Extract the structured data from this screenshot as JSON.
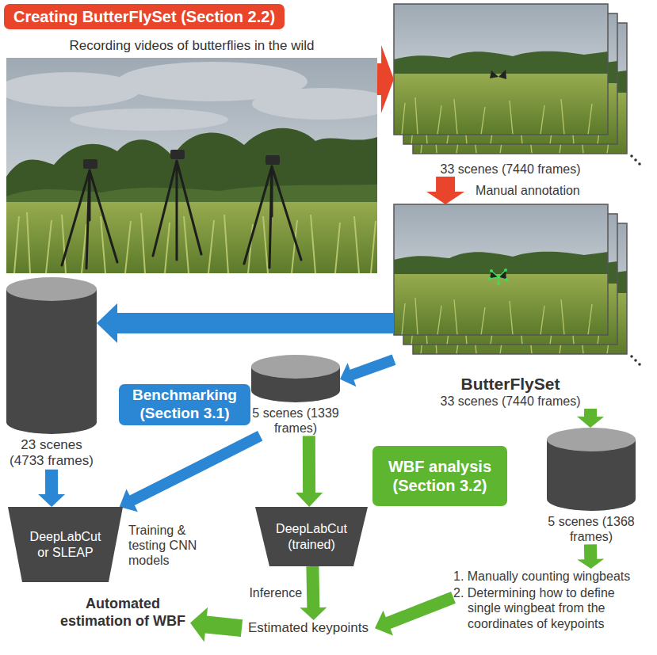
{
  "diagram": {
    "nodes": [
      {
        "text": [
          "Creating ButterFlySet (Section 2.2)"
        ]
      },
      {
        "text": [
          "Recording videos of butterflies in the wild"
        ]
      },
      {
        "text": [
          "33 scenes (7440 frames)"
        ]
      },
      {
        "text": [
          "ButterFlySet",
          "33 scenes (7440 frames)"
        ]
      },
      {
        "text": [
          "23 scenes (4733 frames)"
        ]
      },
      {
        "text": [
          "5 scenes (1339 frames)"
        ]
      },
      {
        "text": [
          "Benchmarking (Section 3.1)"
        ]
      },
      {
        "text": [
          "5 scenes (1368 frames)"
        ]
      },
      {
        "text": [
          "WBF analysis (Section 3.2)"
        ]
      },
      {
        "text": [
          "DeepLabCut or SLEAP"
        ]
      },
      {
        "text": [
          "DeepLabCut (trained)"
        ]
      },
      {
        "text": [
          "1. Manually counting wingbeats",
          "2. Determining how to define single wingbeat from the coordinates of keypoints"
        ]
      },
      {
        "text": [
          "Estimated keypoints"
        ]
      },
      {
        "text": [
          "Automated estimation of WBF"
        ]
      }
    ],
    "edges": [
      {
        "from": 1,
        "to": 2,
        "arrow": "to"
      },
      {
        "from": 2,
        "to": 3,
        "label": "Manual annotation",
        "arrow": "to"
      },
      {
        "from": 3,
        "to": 4,
        "arrow": "to"
      },
      {
        "from": 3,
        "to": 5,
        "arrow": "to"
      },
      {
        "from": 3,
        "to": 7,
        "arrow": "to"
      },
      {
        "from": 4,
        "to": 9,
        "arrow": "to"
      },
      {
        "from": 5,
        "to": 9,
        "arrow": "to"
      },
      {
        "from": 5,
        "to": 10,
        "arrow": "to"
      },
      {
        "from": 7,
        "to": 11,
        "arrow": "to"
      },
      {
        "from": 10,
        "to": 12,
        "label": "Inference",
        "arrow": "to"
      },
      {
        "from": 11,
        "to": 12,
        "arrow": "to"
      },
      {
        "from": 12,
        "to": 13,
        "arrow": "to"
      }
    ],
    "labels": [
      "Training & testing CNN models"
    ]
  }
}
